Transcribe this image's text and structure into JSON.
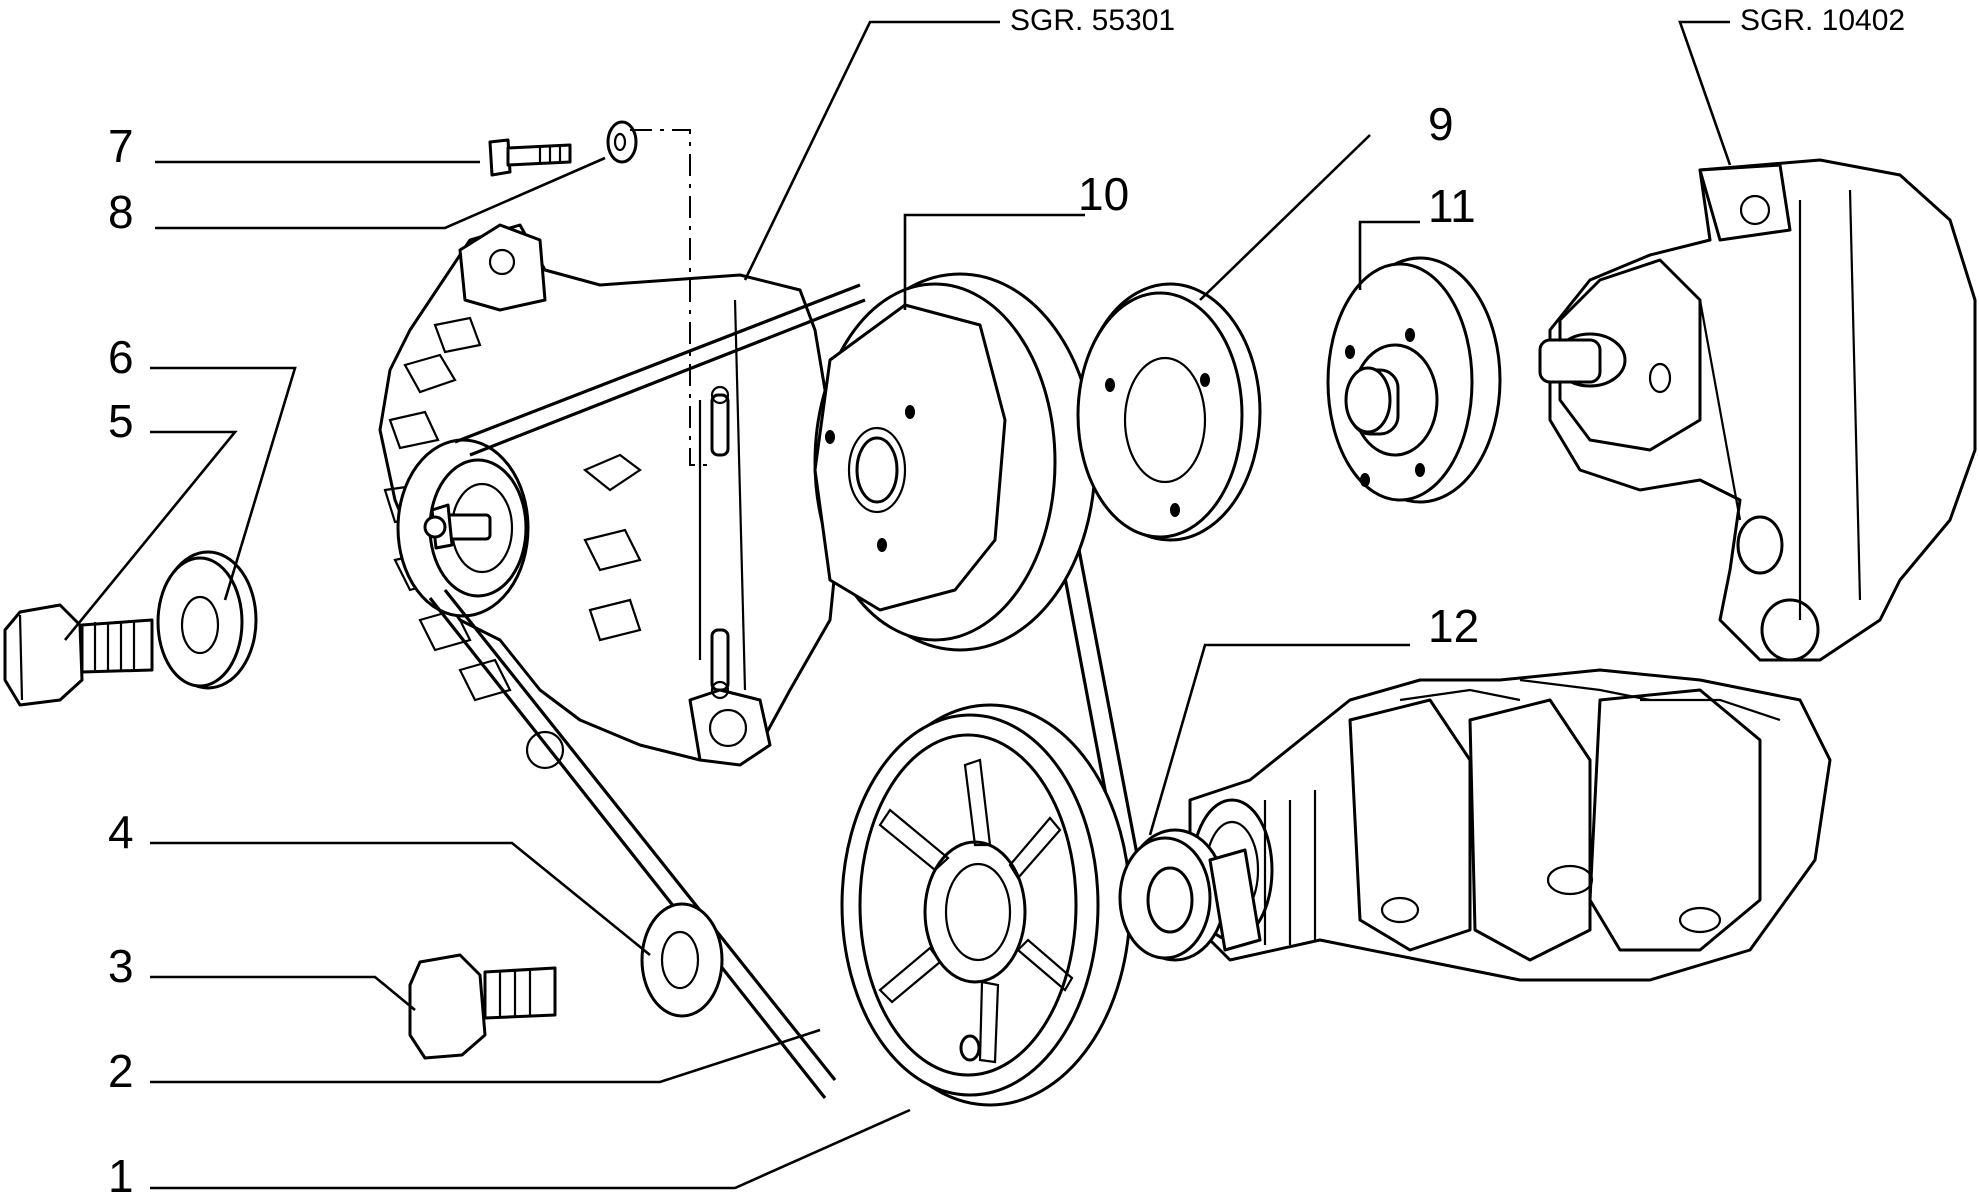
{
  "labels": {
    "1": "1",
    "2": "2",
    "3": "3",
    "4": "4",
    "5": "5",
    "6": "6",
    "7": "7",
    "8": "8",
    "9": "9",
    "10": "10",
    "11": "11",
    "12": "12"
  },
  "references": {
    "alternator": "SGR. 55301",
    "water_pump": "SGR. 10402"
  }
}
